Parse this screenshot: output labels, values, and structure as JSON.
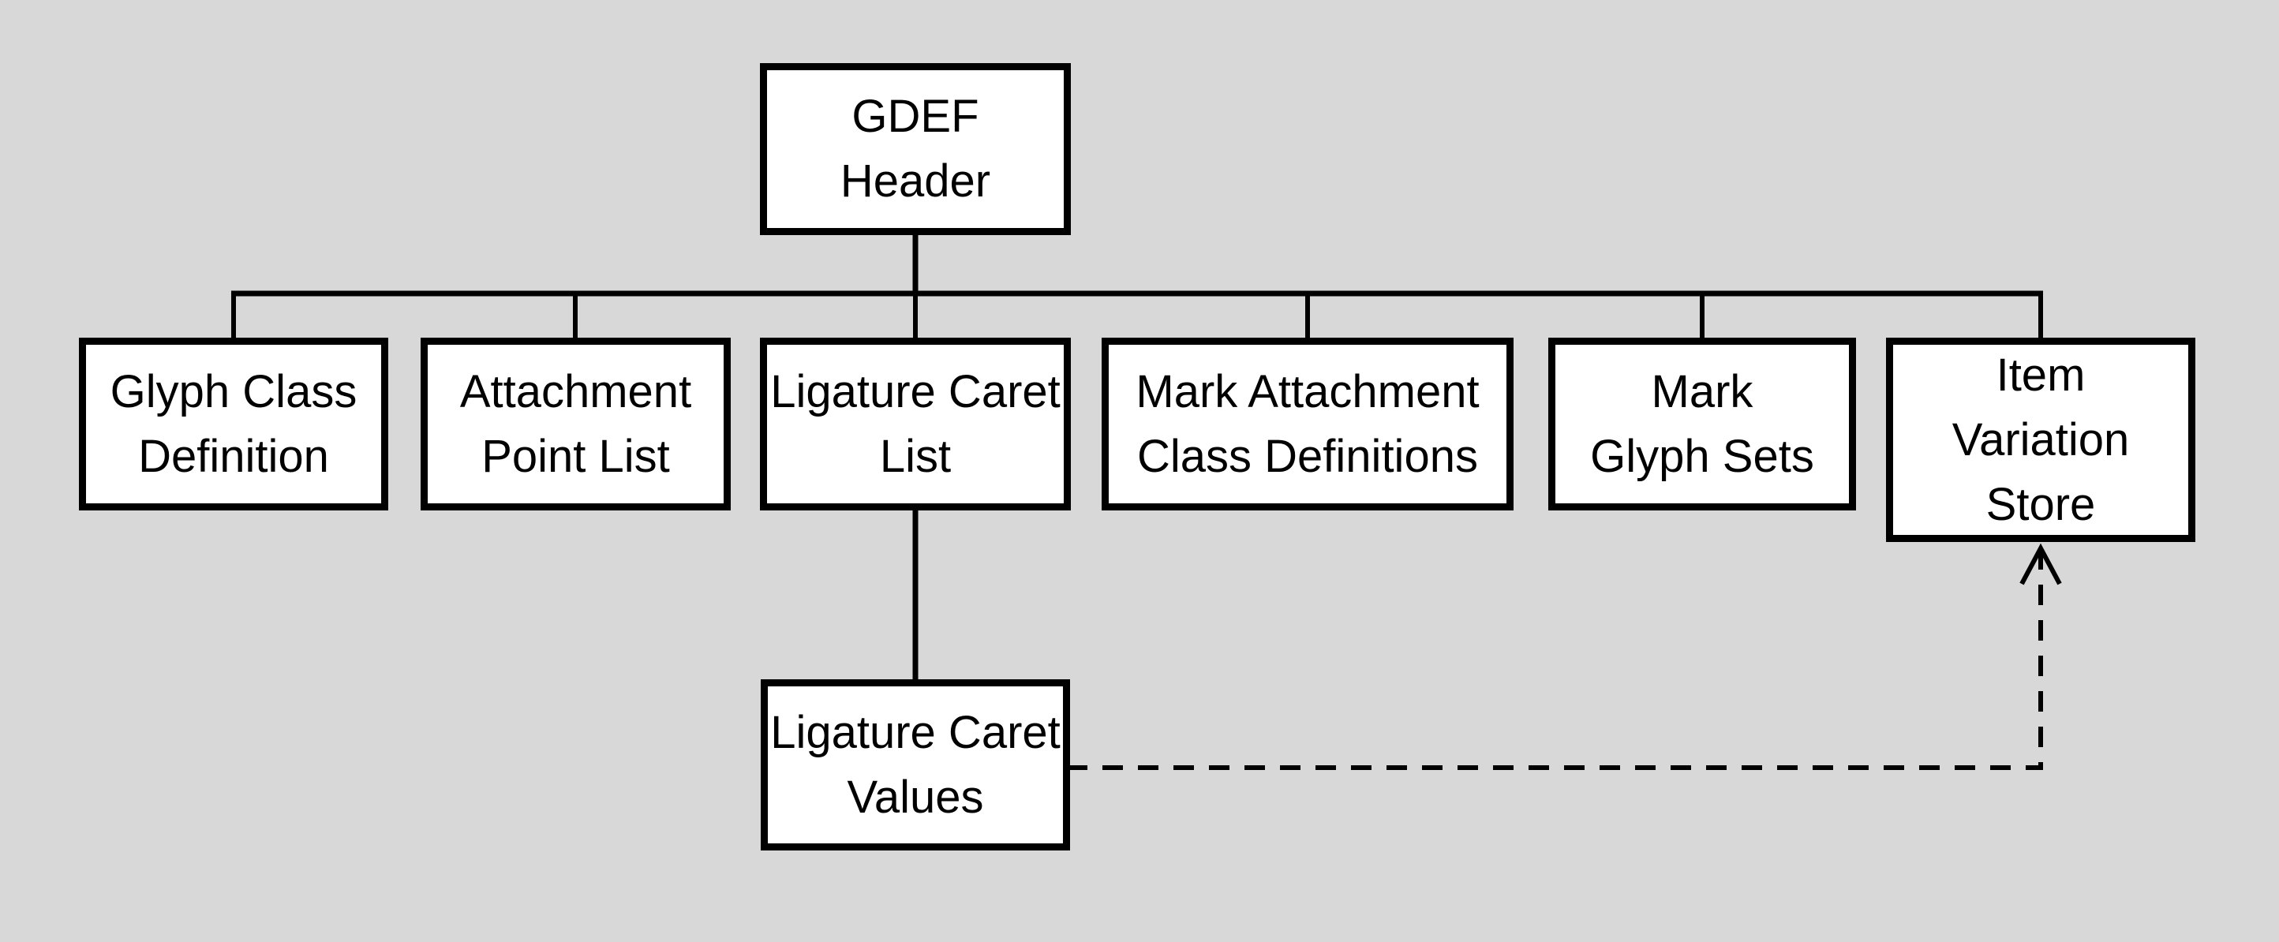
{
  "diagram": {
    "colors": {
      "background": "#d8d8d8",
      "node_fill": "#ffffff",
      "node_border": "#000000",
      "text": "#000000",
      "connector": "#000000"
    },
    "nodes": {
      "gdef_header": {
        "label": "GDEF\nHeader"
      },
      "glyph_class_definition": {
        "label": "Glyph Class\nDefinition"
      },
      "attachment_point_list": {
        "label": "Attachment\nPoint List"
      },
      "ligature_caret_list": {
        "label": "Ligature Caret\nList"
      },
      "mark_attachment_class_definitions": {
        "label": "Mark Attachment\nClass Definitions"
      },
      "mark_glyph_sets": {
        "label": "Mark\nGlyph Sets"
      },
      "item_variation_store": {
        "label": "Item\nVariation\nStore"
      },
      "ligature_caret_values": {
        "label": "Ligature Caret\nValues"
      }
    },
    "edges": [
      {
        "from": "gdef_header",
        "to": "glyph_class_definition",
        "style": "solid"
      },
      {
        "from": "gdef_header",
        "to": "attachment_point_list",
        "style": "solid"
      },
      {
        "from": "gdef_header",
        "to": "ligature_caret_list",
        "style": "solid"
      },
      {
        "from": "gdef_header",
        "to": "mark_attachment_class_definitions",
        "style": "solid"
      },
      {
        "from": "gdef_header",
        "to": "mark_glyph_sets",
        "style": "solid"
      },
      {
        "from": "gdef_header",
        "to": "item_variation_store",
        "style": "solid"
      },
      {
        "from": "ligature_caret_list",
        "to": "ligature_caret_values",
        "style": "solid"
      },
      {
        "from": "ligature_caret_values",
        "to": "item_variation_store",
        "style": "dashed-open-arrow"
      }
    ]
  }
}
